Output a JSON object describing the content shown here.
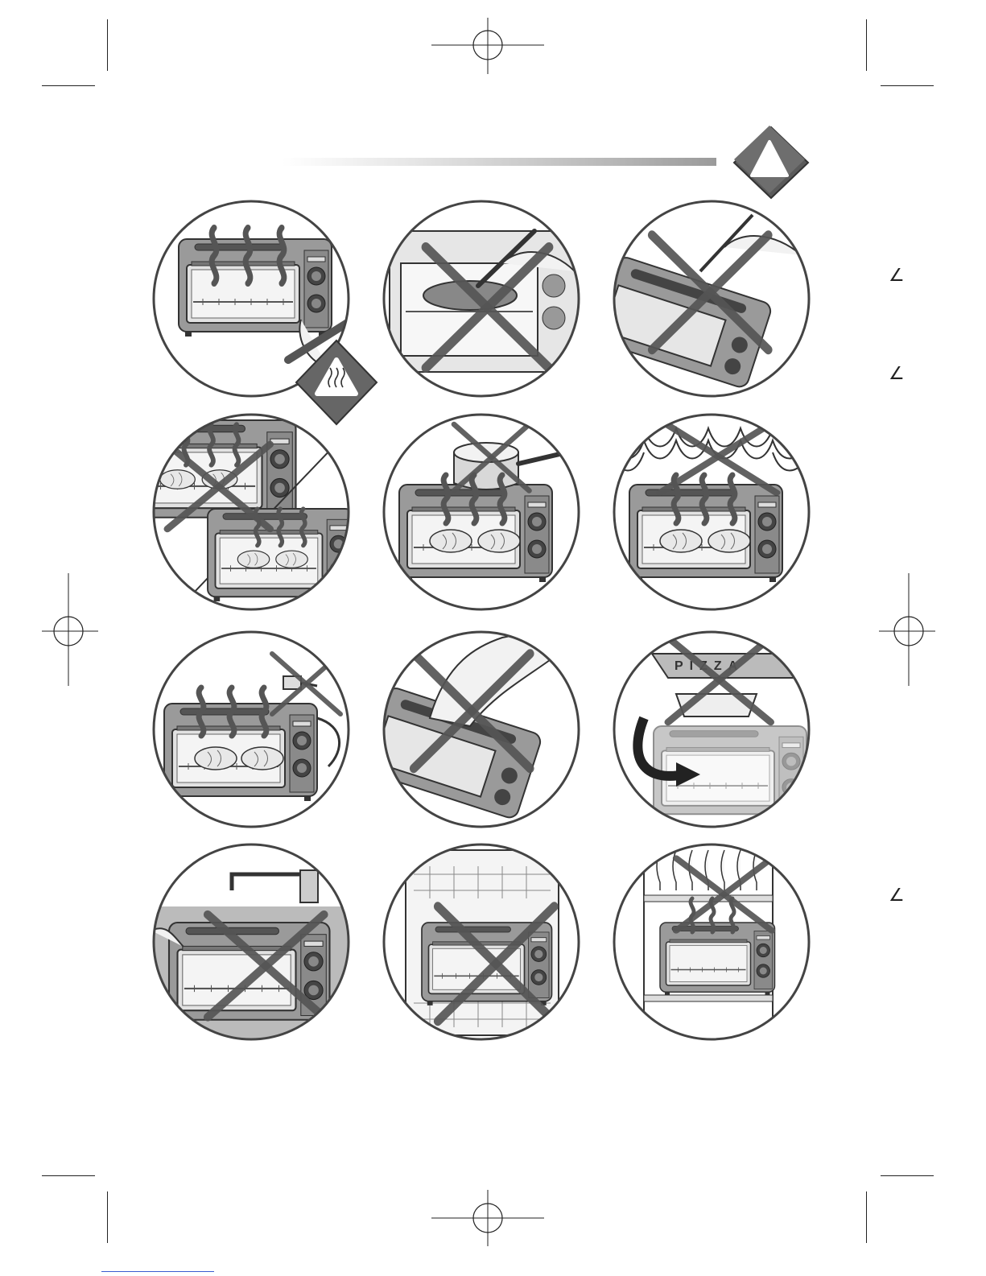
{
  "page": {
    "margin_marks": [
      "∠",
      "∠",
      "∠"
    ]
  },
  "icons": {
    "warning": "warning-triangle-icon",
    "hot_surface": "hot-surface-warning-icon",
    "prohibited": "prohibited-cross-icon"
  },
  "illustrations": [
    {
      "name": "hot-surface-caution"
    },
    {
      "name": "no-metal-utensil-in-oven"
    },
    {
      "name": "no-fork-in-toaster-slot"
    },
    {
      "name": "keep-away-from-wall"
    },
    {
      "name": "nothing-on-top"
    },
    {
      "name": "keep-away-from-curtains"
    },
    {
      "name": "unplug-after-use"
    },
    {
      "name": "no-hand-on-top"
    },
    {
      "name": "no-packaging-inside"
    },
    {
      "name": "no-water-immersion"
    },
    {
      "name": "no-dishwasher"
    },
    {
      "name": "no-under-cabinet"
    }
  ],
  "pizza_box_text": "PIZZA",
  "colors": {
    "line": "#333333",
    "cross": "#555555",
    "appliance_body": "#9a9a9a",
    "appliance_light": "#cfcfcf"
  }
}
